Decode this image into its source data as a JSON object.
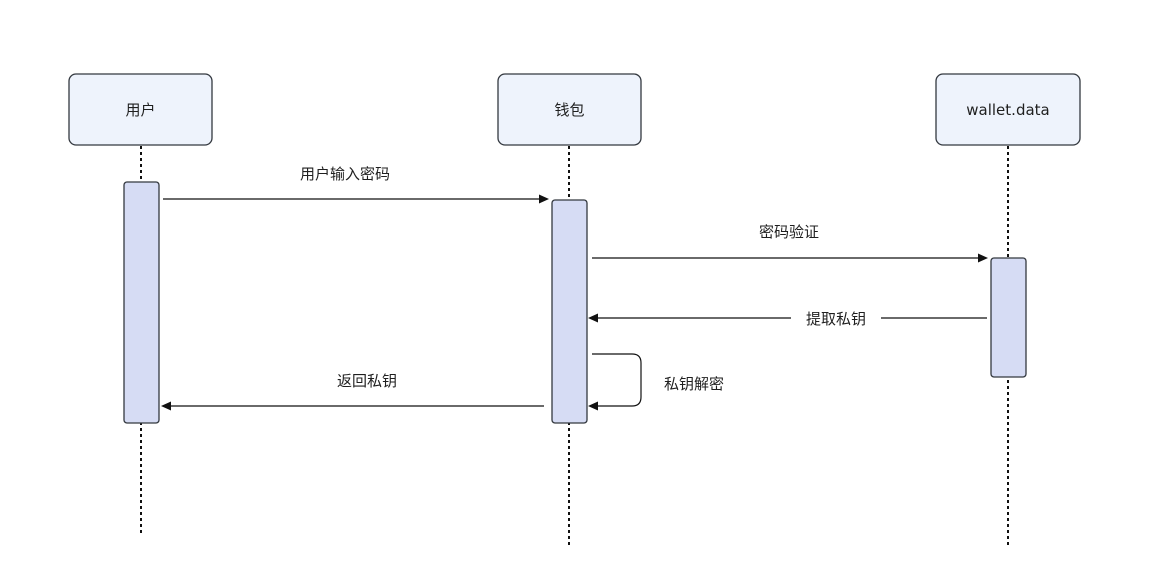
{
  "participants": [
    {
      "id": "user",
      "label": "用户"
    },
    {
      "id": "wallet",
      "label": "钱包"
    },
    {
      "id": "walletdata",
      "label": "wallet.data"
    }
  ],
  "messages": [
    {
      "from": "user",
      "to": "wallet",
      "label": "用户输入密码",
      "style": "solid"
    },
    {
      "from": "wallet",
      "to": "walletdata",
      "label": "密码验证",
      "style": "solid"
    },
    {
      "from": "walletdata",
      "to": "wallet",
      "label": "提取私钥",
      "style": "solid"
    },
    {
      "from": "wallet",
      "to": "wallet",
      "label": "私钥解密",
      "style": "self"
    },
    {
      "from": "wallet",
      "to": "user",
      "label": "返回私钥",
      "style": "solid"
    }
  ],
  "colors": {
    "participant_fill": "#eef3fc",
    "activation_fill": "#d6dcf4",
    "stroke": "#33383f"
  }
}
